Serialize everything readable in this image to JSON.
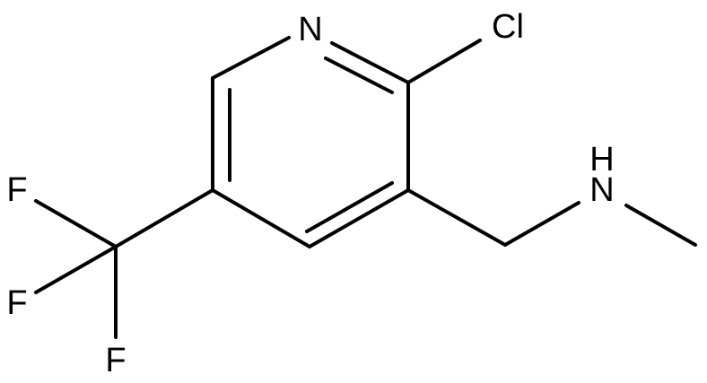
{
  "molecule": {
    "atoms": {
      "N_ring": "N",
      "Cl": "Cl",
      "N_amine": "N",
      "H_amine": "H",
      "F1": "F",
      "F2": "F",
      "F3": "F"
    }
  },
  "colors": {
    "bond": "#000000",
    "label": "#000000",
    "background": "#ffffff"
  }
}
